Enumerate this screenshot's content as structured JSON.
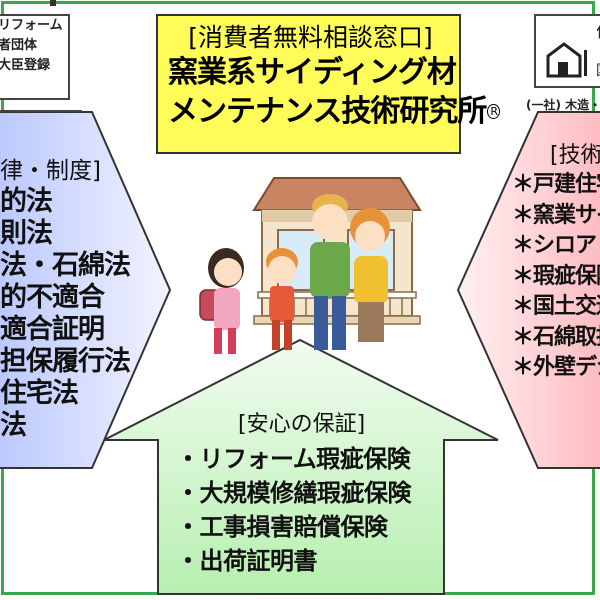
{
  "title": {
    "line1": "[消費者無料相談窓口]",
    "line2": "窯業系サイディング材",
    "line3": "メンテナンス技術研究所",
    "reg_mark": "R"
  },
  "logo_left": {
    "lines": [
      "リフォーム",
      "者団体",
      "大臣登録"
    ]
  },
  "logo_right": {
    "top_char": "住",
    "side_char": "国",
    "org": "(一社) 木造・"
  },
  "left_panel": {
    "header": "律・制度]",
    "items": [
      "的法",
      "則法",
      "法・石綿法",
      "的不適合",
      "適合証明",
      "担保履行法",
      "住宅法",
      "法"
    ]
  },
  "right_panel": {
    "header": "[技術記",
    "items": [
      "＊戸建住宅",
      "＊窯業サイディ",
      "＊シロアリ防",
      "＊瑕疵保険ー",
      "＊国土交通省",
      "＊石綿取扱",
      "＊外壁デジ"
    ]
  },
  "bottom_panel": {
    "header": "[安心の保証]",
    "items": [
      "・リフォーム瑕疵保険",
      "・大規模修繕瑕疵保険",
      "・工事損害賠償保険",
      "・出荷証明書"
    ]
  },
  "colors": {
    "border_green": "#3aa84a",
    "title_yellow": "#fffb58",
    "left_blue": "#c7d3ff",
    "right_pink": "#ffd2d6",
    "bottom_green": "#c9f3c4"
  }
}
